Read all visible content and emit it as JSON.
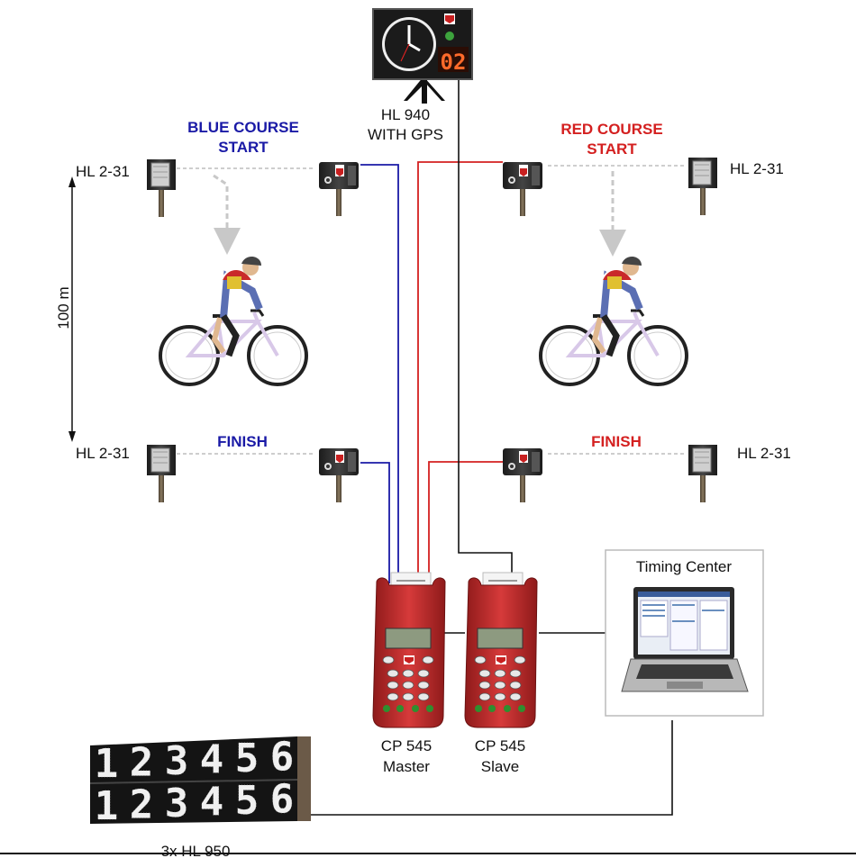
{
  "labels": {
    "hl940": [
      "HL 940",
      "WITH GPS"
    ],
    "blue_start": [
      "BLUE COURSE",
      "START"
    ],
    "red_start": [
      "RED COURSE",
      "START"
    ],
    "blue_finish": "FINISH",
    "red_finish": "FINISH",
    "hl231": "HL 2-31",
    "distance": "100 m",
    "cp_master": [
      "CP 545",
      "Master"
    ],
    "cp_slave": [
      "CP 545",
      "Slave"
    ],
    "timing_center": "Timing Center",
    "scoreboard": "3x HL 950",
    "scoreboard_digits": [
      "1",
      "2",
      "3",
      "4",
      "5",
      "6"
    ],
    "clock_digits": "02"
  },
  "colors": {
    "blue_course": "#1a1aa6",
    "red_course": "#d42020",
    "cable": "#111111",
    "dashed": "#bdbdbd"
  },
  "icons": {
    "clock": "hl940-clock-icon",
    "photocell": "photocell-icon",
    "reflector": "reflector-icon",
    "cyclist": "cyclist-icon",
    "printer": "cp545-printer-icon",
    "laptop": "laptop-icon",
    "scoreboard": "led-scoreboard-icon"
  }
}
